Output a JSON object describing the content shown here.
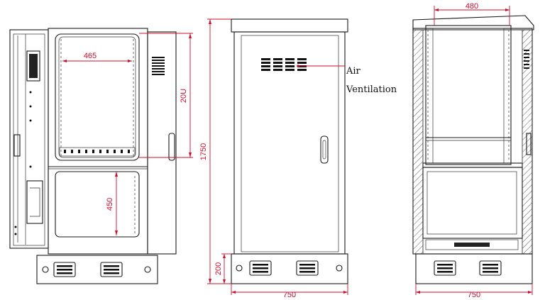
{
  "title": "",
  "colors": {
    "line": "#1a1a1a",
    "dimension": "#c8102e",
    "background": "#ffffff"
  },
  "views": {
    "interior": {
      "rack_width": "465",
      "rack_height": "20U",
      "lower_height": "450"
    },
    "front": {
      "total_height": "1750",
      "base_height": "200",
      "total_width": "750",
      "callout_line1": "Air",
      "callout_line2": "Ventilation"
    },
    "side": {
      "inner_width": "480",
      "total_width": "750"
    }
  }
}
